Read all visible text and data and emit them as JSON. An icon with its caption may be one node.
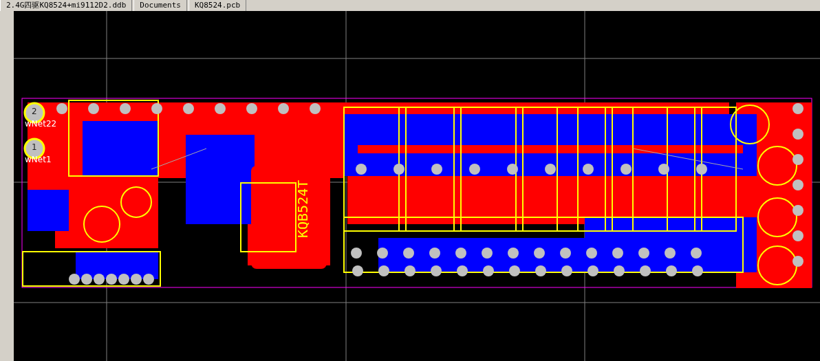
{
  "diagram": {
    "labels": [
      "2.4G四驱KQ8524+mi9112D2.ddb",
      "Documents",
      "KQ8524.pcb",
      "2",
      "wNet22",
      "1",
      "wNet1",
      "KQB524T"
    ]
  }
}
